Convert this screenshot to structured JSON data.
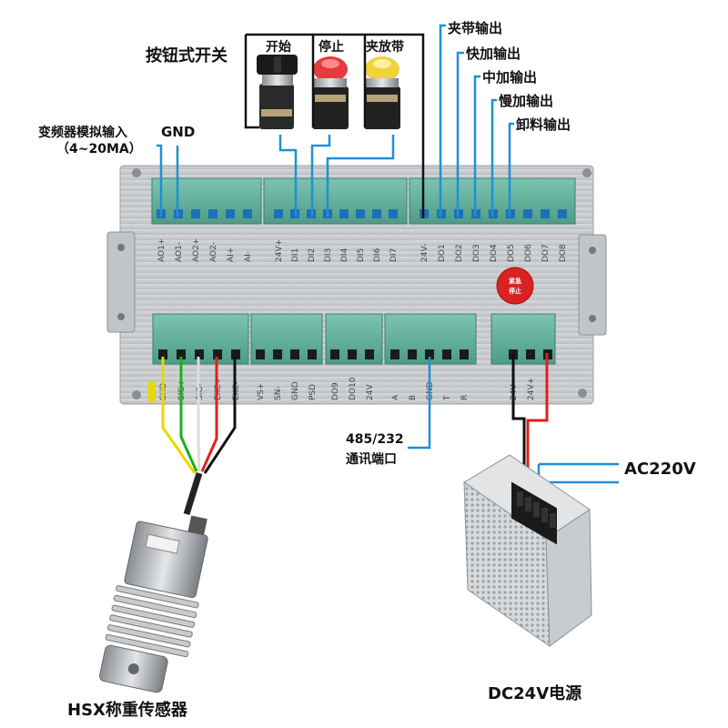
{
  "title": "按钮式开关",
  "buttons": [
    "开始",
    "停止",
    "夹放带"
  ],
  "outputs": [
    "夹带输出",
    "快加输出",
    "中加输出",
    "慢加输出",
    "卸料输出"
  ],
  "analog_input": [
    "变频器模拟输入",
    "（4~20MA）"
  ],
  "gnd": "GND",
  "comm_port": [
    "485/232",
    "通讯端口"
  ],
  "ac": "AC220V",
  "power_supply": "DC24V电源",
  "sensor": "HSX称重传感器",
  "stop_sticker": "紧急停止",
  "top_terminals": {
    "group1": [
      "AO1+",
      "AO1-",
      "AO2+",
      "AO2-",
      "AI+",
      "AI-"
    ],
    "group2": [
      "24V+",
      "DI1",
      "DI2",
      "DI3",
      "DI4",
      "DI5",
      "DI6",
      "DI7"
    ],
    "group3": [
      "24V-",
      "DO1",
      "DO2",
      "DO3",
      "DO4",
      "DO5",
      "DO6",
      "DO7",
      "DO8"
    ]
  },
  "bottom_terminals": {
    "group1": [
      "SHD",
      "SIG+",
      "SIG-",
      "EXC+",
      "EXC-"
    ],
    "group2": [
      "VS+",
      "SN-",
      "GND",
      "PSD"
    ],
    "group3": [
      "DO9",
      "DO10",
      "24V"
    ],
    "group4": [
      "A",
      "B",
      "GND",
      "T",
      "R"
    ],
    "group5": [
      "24V-",
      "24V+",
      ""
    ]
  },
  "colors": {
    "wire_blue": "#1e90d8",
    "wire_black": "#111111",
    "wire_red": "#e02020",
    "wire_green": "#18b018",
    "wire_yellow": "#e8d800",
    "terminal_green": "#5cae98",
    "panel": "#cfd2d4"
  }
}
